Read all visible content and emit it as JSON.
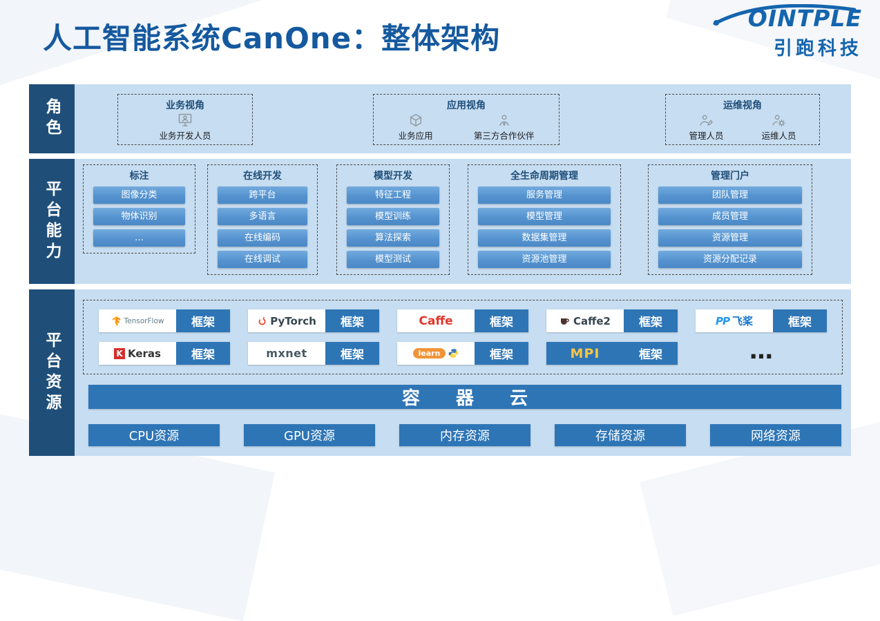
{
  "header": {
    "title": "人工智能系统CanOne：整体架构",
    "logo_brand": "OINTPLE",
    "logo_sub": "引跑科技"
  },
  "roles": {
    "label": "角色",
    "groups": [
      {
        "title": "业务视角",
        "items": [
          {
            "label": "业务开发人员"
          }
        ]
      },
      {
        "title": "应用视角",
        "items": [
          {
            "label": "业务应用"
          },
          {
            "label": "第三方合作伙伴"
          }
        ]
      },
      {
        "title": "运维视角",
        "items": [
          {
            "label": "管理人员"
          },
          {
            "label": "运维人员"
          }
        ]
      }
    ]
  },
  "capabilities": {
    "label": "平台能力",
    "groups": [
      {
        "title": "标注",
        "items": [
          "图像分类",
          "物体识别",
          "…"
        ]
      },
      {
        "title": "在线开发",
        "items": [
          "跨平台",
          "多语言",
          "在线编码",
          "在线调试"
        ]
      },
      {
        "title": "模型开发",
        "items": [
          "特征工程",
          "模型训练",
          "算法探索",
          "模型测试"
        ]
      },
      {
        "title": "全生命周期管理",
        "items": [
          "服务管理",
          "模型管理",
          "数据集管理",
          "资源池管理"
        ]
      },
      {
        "title": "管理门户",
        "items": [
          "团队管理",
          "成员管理",
          "资源管理",
          "资源分配记录"
        ]
      }
    ]
  },
  "resources": {
    "label": "平台资源",
    "chip_label": "框架",
    "frameworks": [
      {
        "logo": "TensorFlow"
      },
      {
        "logo": "PyTorch"
      },
      {
        "logo": "Caffe"
      },
      {
        "logo": "Caffe2"
      },
      {
        "logo": "飞桨",
        "mark": "PP"
      },
      {
        "logo": "Keras",
        "mark": "K"
      },
      {
        "logo": "mxnet"
      },
      {
        "logo": "learn"
      },
      {
        "logo": "MPI"
      }
    ],
    "ellipsis": "…",
    "container_cloud": "容　　器　　云",
    "resource_bars": [
      "CPU资源",
      "GPU资源",
      "内存资源",
      "存储资源",
      "网络资源"
    ]
  }
}
